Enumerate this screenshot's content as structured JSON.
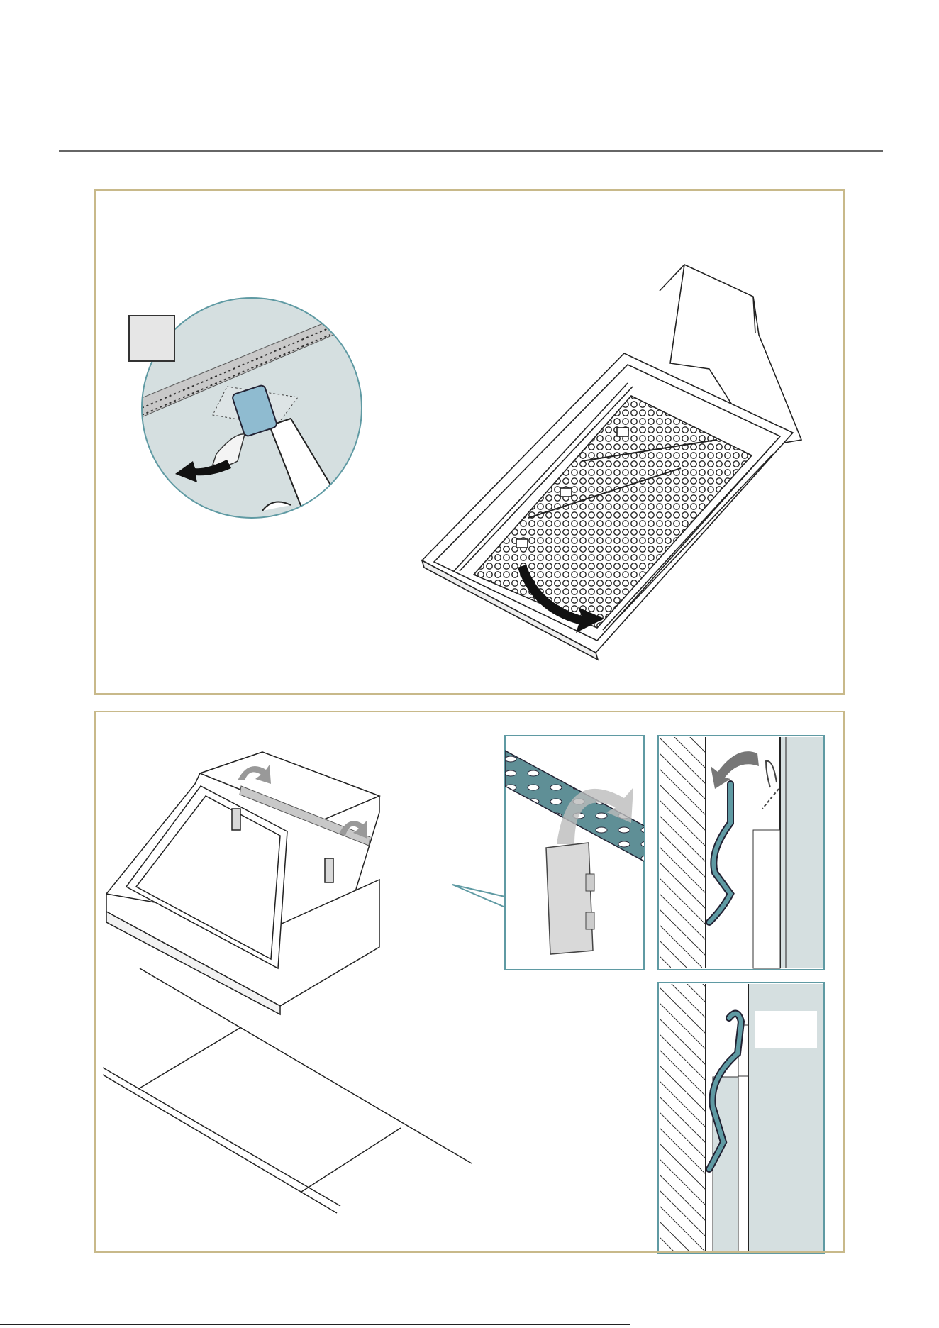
{
  "document": {
    "type": "installation-instructions",
    "panels": [
      {
        "id": "panel-1",
        "steps": [
          "remove-protective-film",
          "remove-grease-filters"
        ]
      },
      {
        "id": "panel-2",
        "steps": [
          "hook-hood-onto-wall-bracket"
        ]
      }
    ]
  },
  "colors": {
    "frame": "#c8b98a",
    "accent_teal": "#5f9aa3",
    "callout_bg": "#d5dfe0",
    "highlight_blue": "#8fbbd0",
    "line": "#222222"
  },
  "icons": [
    "curved-arrow-icon",
    "peel-arrow-icon",
    "rotate-arrow-icon"
  ]
}
